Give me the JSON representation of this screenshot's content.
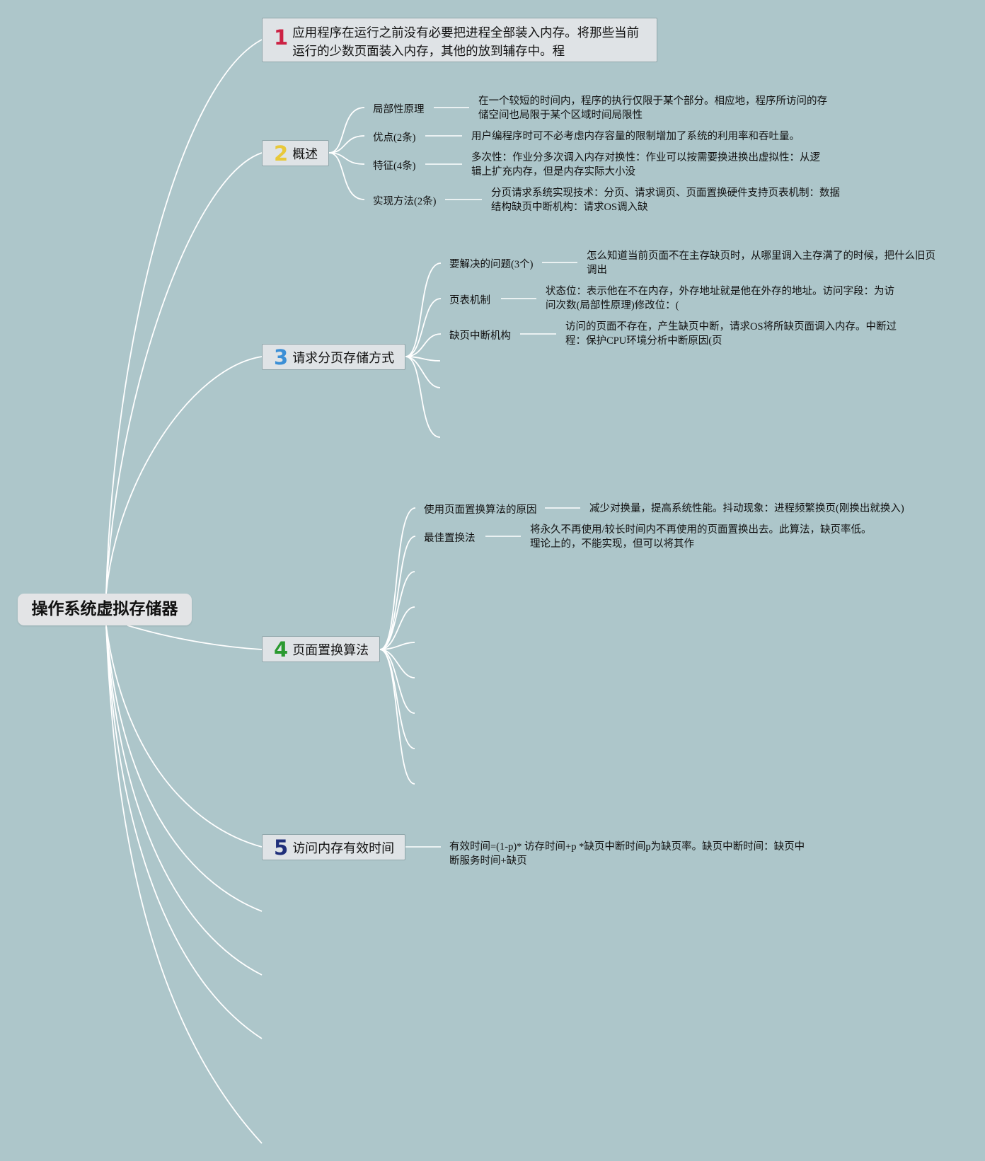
{
  "root": {
    "title": "操作系统虚拟存储器"
  },
  "topics": [
    {
      "num": "1",
      "color": "#cc2244",
      "label": "应用程序在运行之前没有必要把进程全部装入内存。将那些当前运行的少数页面装入内存，其他的放到辅存中。程"
    },
    {
      "num": "2",
      "color": "#e8c83a",
      "label": "概述"
    },
    {
      "num": "3",
      "color": "#3b8fd6",
      "label": "请求分页存储方式"
    },
    {
      "num": "4",
      "color": "#2a9a30",
      "label": "页面置换算法"
    },
    {
      "num": "5",
      "color": "#1f2f7a",
      "label": "访问内存有效时间"
    }
  ],
  "overview": [
    {
      "label": "局部性原理",
      "desc": "在一个较短的时间内，程序的执行仅限于某个部分。相应地，程序所访问的存储空间也局限于某个区域时间局限性"
    },
    {
      "label": "优点(2条)",
      "desc": "用户编程序时可不必考虑内存容量的限制增加了系统的利用率和吞吐量。"
    },
    {
      "label": "特征(4条)",
      "desc": "多次性：作业分多次调入内存对换性：作业可以按需要换进换出虚拟性：从逻辑上扩充内存，但是内存实际大小没"
    },
    {
      "label": "实现方法(2条)",
      "desc": "分页请求系统实现技术：分页、请求调页、页面置换硬件支持页表机制：数据结构缺页中断机构：请求OS调入缺"
    }
  ],
  "paging": [
    {
      "label": "要解决的问题(3个)",
      "desc": "怎么知道当前页面不在主存缺页时，从哪里调入主存满了的时候，把什么旧页调出"
    },
    {
      "label": "页表机制",
      "desc": "状态位：表示他在不在内存，外存地址就是他在外存的地址。访问字段：为访问次数(局部性原理)修改位：("
    },
    {
      "label": "缺页中断机构",
      "desc": "访问的页面不存在，产生缺页中断，请求OS将所缺页面调入内存。中断过程：保护CPU环境分析中断原因(页"
    }
  ],
  "replacement": [
    {
      "label": "使用页面置换算法的原因",
      "desc": "减少对换量，提高系统性能。抖动现象：进程频繁换页(刚换出就换入)"
    },
    {
      "label": "最佳置换法",
      "desc": "将永久不再使用/较长时间内不再使用的页面置换出去。此算法，缺页率低。理论上的，不能实现，但可以将其作"
    }
  ],
  "access_time": {
    "desc": "有效时间=(1-p)* 访存时间+p *缺页中断时间p为缺页率。缺页中断时间：缺页中断服务时间+缺页"
  }
}
